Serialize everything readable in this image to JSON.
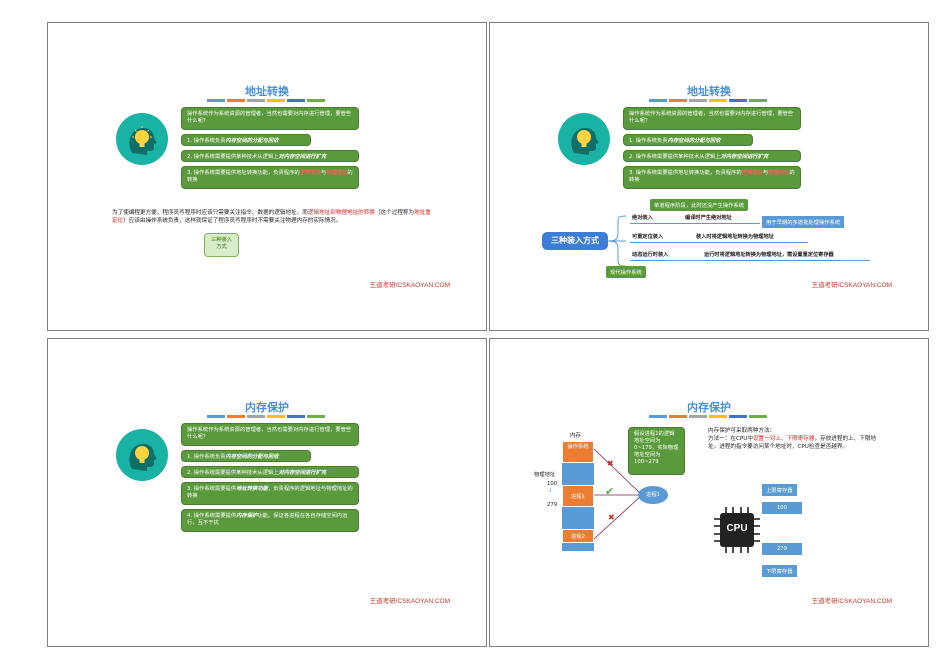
{
  "brand": "王道考研/CSKAOYAN.COM",
  "colorbar": [
    "#5b9bd5",
    "#ed7d31",
    "#a5a5a5",
    "#ffc000",
    "#4472c4",
    "#70ad47"
  ],
  "intro": {
    "q": "操作系统作为系统资源的管理者，当然也需要对内存进行管理，要管些什么呢？",
    "p1_pre": "1. 操作系统负责",
    "p1_em": "内存空间的分配与回收",
    "p2_pre": "2. 操作系统需要提供某种技术从逻辑上",
    "p2_em": "对内存空间进行扩充",
    "p3_pre": "3. 操作系统需要提供地址转换功能，负责程序的",
    "p3_r1": "逻辑地址",
    "p3_mid": "与",
    "p3_r2": "物理地址",
    "p3_post": "的转换",
    "p3b_pre": "3. 操作系统需要提供",
    "p3b_em": "地址转换功能",
    "p3b_post": "，负责程序的逻辑地址与物理地址的转换",
    "p4_pre": "4. 操作系统需要提供",
    "p4_em": "内存保护",
    "p4_post": "功能。保证各进程在各自存储空间内运行，互不干扰"
  },
  "slide1": {
    "title": "地址转换",
    "text_a": "为了使编程更方便，程序员写程序时应该只需要关注指令、数据的逻辑地址。而",
    "text_red1": "逻辑地址到物理地址的转换",
    "text_b": "（这个过程称为",
    "text_red2": "地址重定位",
    "text_c": "）应该由操作系统负责，这样就保证了程序员写程序时不需要关注物理内存的实际情况。",
    "callout": "三种装入方式"
  },
  "slide2": {
    "title": "地址转换",
    "main": "三种装入方式",
    "note_top": "单道程序阶段，此时还没产生操作系统",
    "note_right": "用于早期的多道批处理操作系统",
    "note_bottom": "现代操作系统",
    "rows": [
      {
        "label": "绝对装入",
        "desc": "编译时产生绝对地址"
      },
      {
        "label": "可重定位装入",
        "desc": "装入时将逻辑地址转换为物理地址"
      },
      {
        "label": "动态运行时装入",
        "desc": "运行时将逻辑地址转换为物理地址，需设置重定位寄存器"
      }
    ]
  },
  "slide3": {
    "title": "内存保护"
  },
  "slide4": {
    "title": "内存保护",
    "mem_label": "内存",
    "phys_label": "物理地址",
    "addr_100": "100",
    "addr_279": "279",
    "blocks": [
      "操作系统",
      "进程1",
      "进程2"
    ],
    "callout": "假设进程1的逻辑地址空间为 0~179，实际物理地址空间为 100~279",
    "proc": "进程1",
    "text_1": "内存保护可采取两种方法：",
    "text_2a": "方法一：在CPU中",
    "text_2r": "设置一对上、下限寄存器",
    "text_2b": "，存放进程的上、下限地址。进程的指令要访问某个地址时，CPU检查是否越界。",
    "upper_tag": "上限寄存器",
    "upper_val": "100",
    "lower_tag": "下限寄存器",
    "lower_val": "279",
    "cpu": "CPU"
  }
}
